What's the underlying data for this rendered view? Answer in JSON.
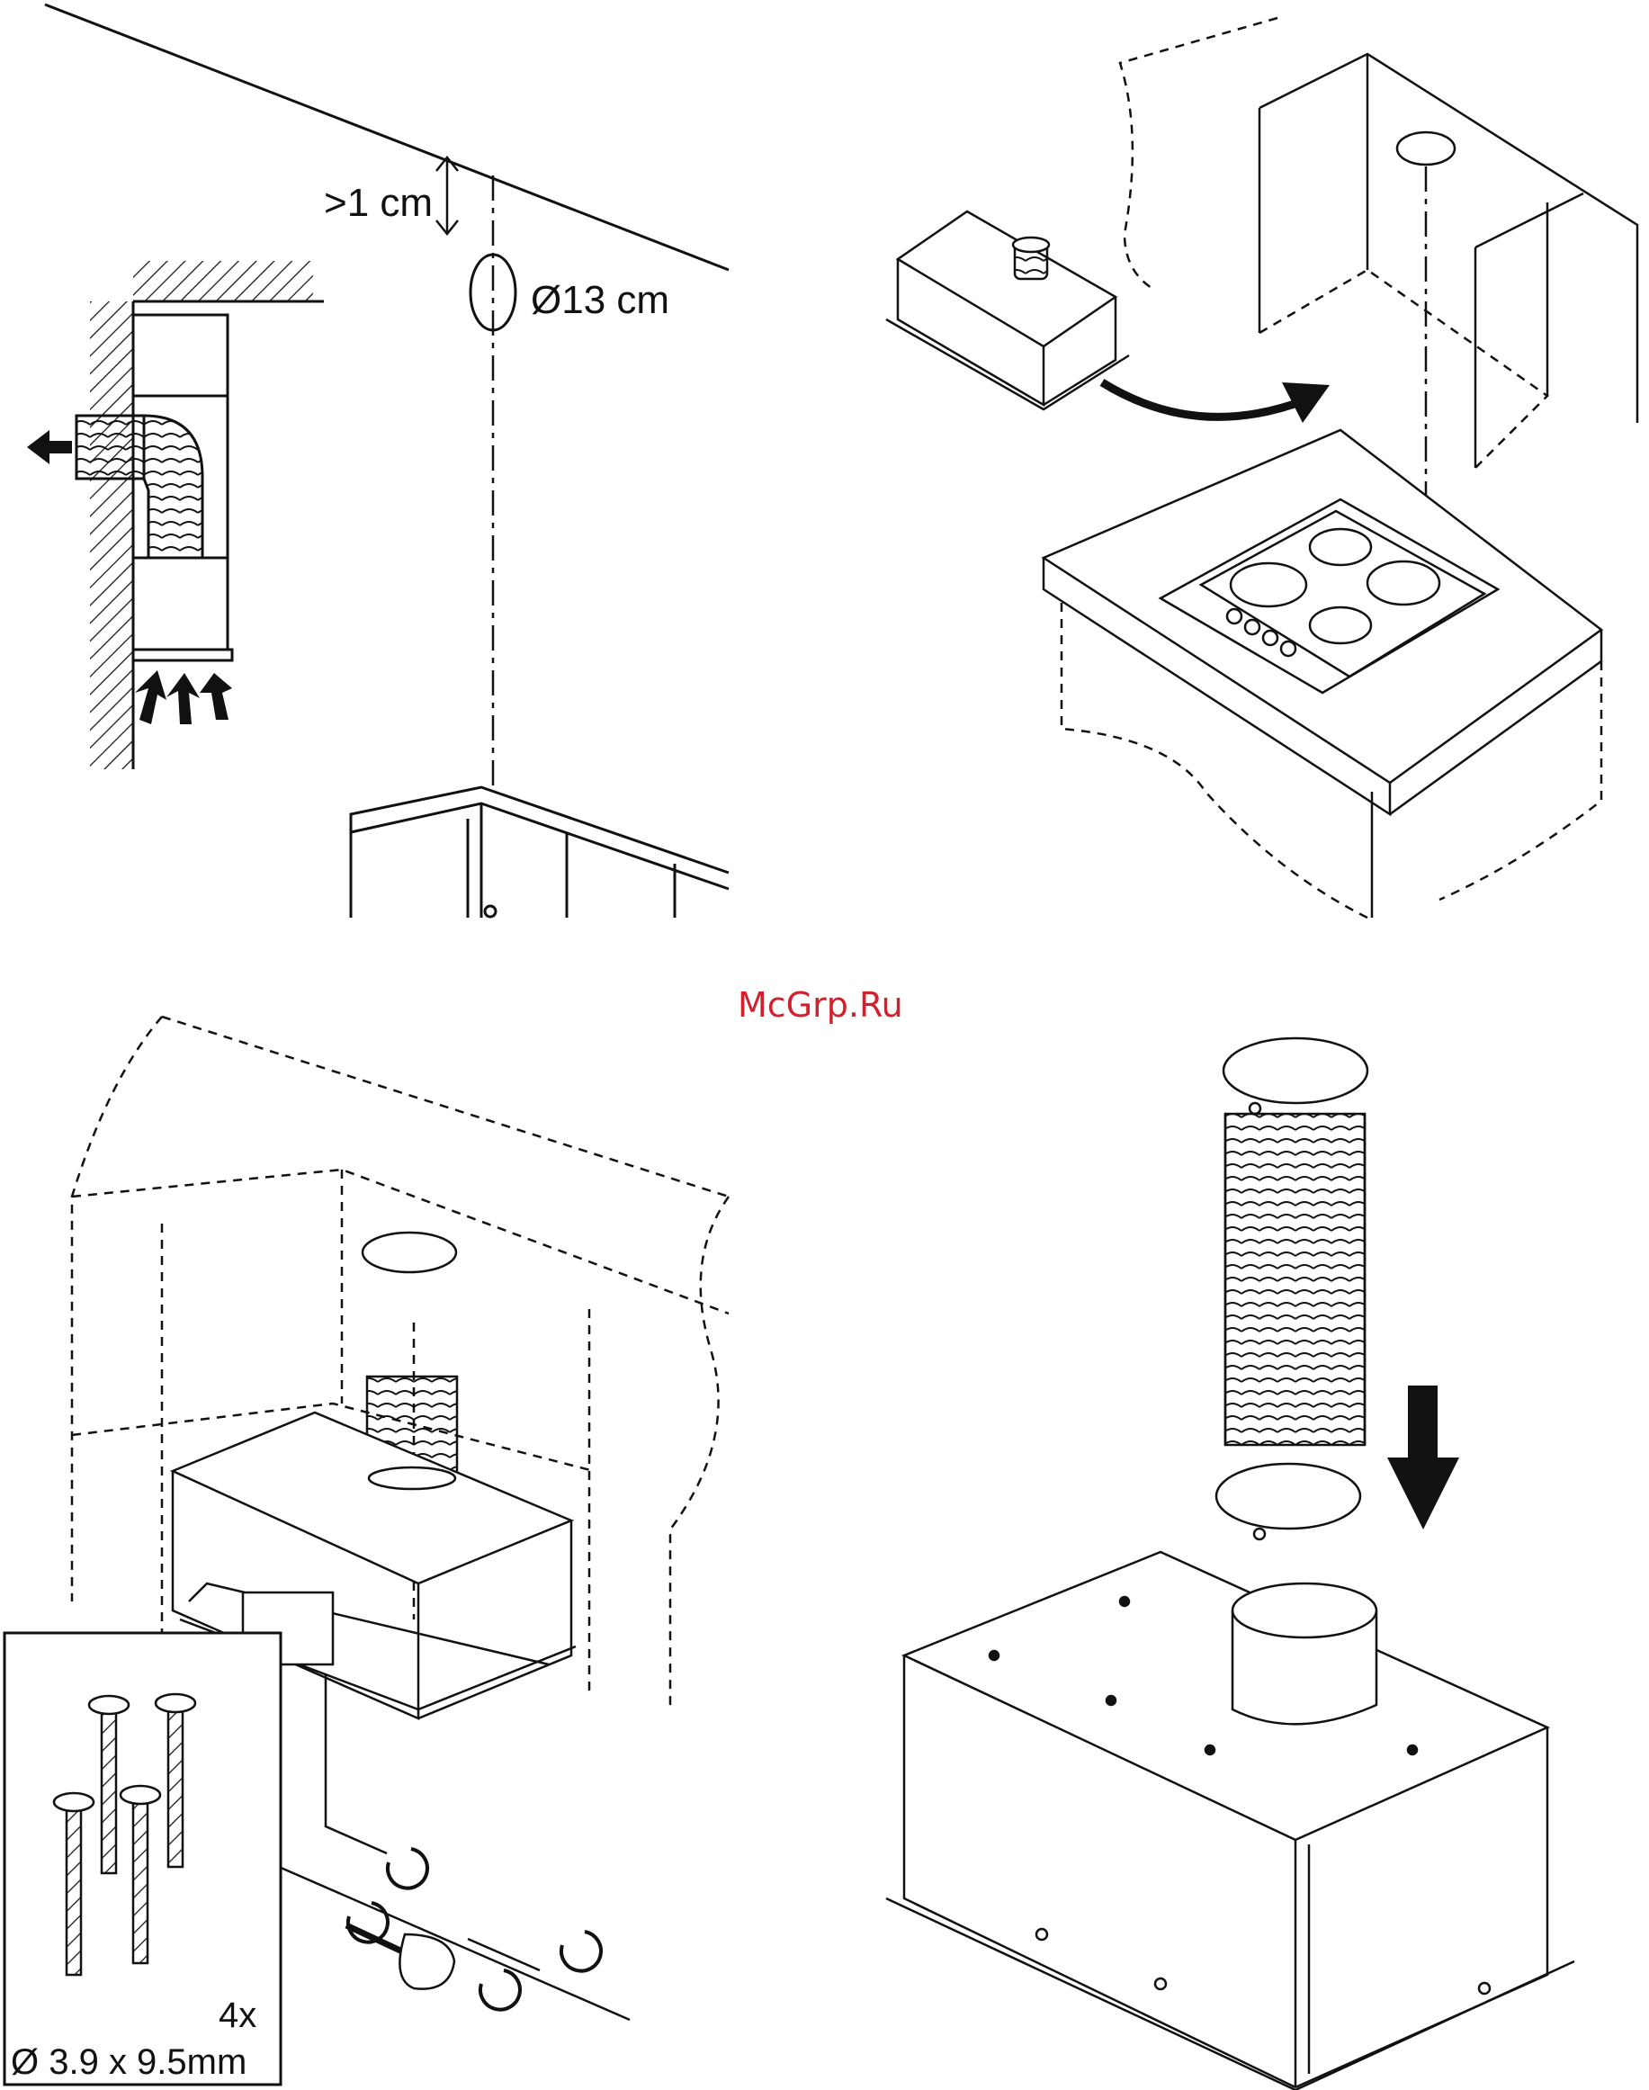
{
  "labels": {
    "clearance": ">1 cm",
    "diameter": "Ø13 cm",
    "screw_count": "4x",
    "screw_size": "Ø 3.9 x 9.5mm"
  },
  "watermark": "McGrp.Ru",
  "colors": {
    "line": "#111111",
    "watermark": "#d2202c",
    "background": "#ffffff"
  },
  "icons": [
    "arrow-left-icon",
    "arrow-up-icon",
    "arrow-curved-icon",
    "arrow-down-icon",
    "rotate-icon",
    "screwdriver-icon",
    "screw-icon"
  ]
}
